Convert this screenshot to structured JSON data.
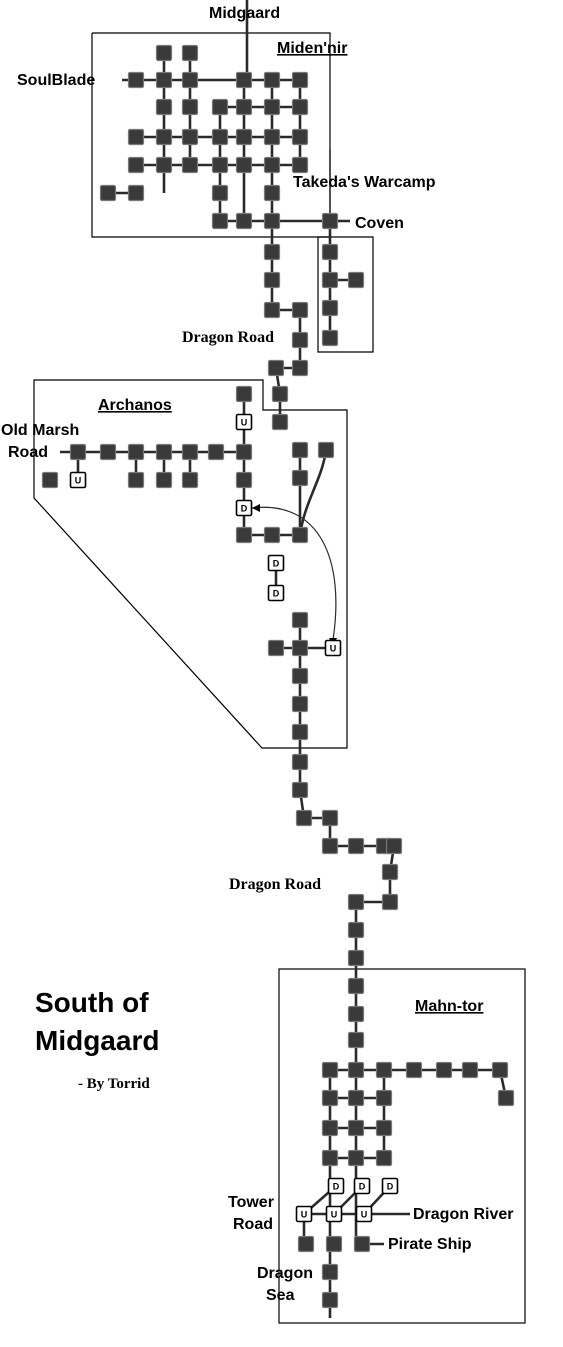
{
  "map": {
    "title_line1": "South of",
    "title_line2": "Midgaard",
    "author": "- By Torrid",
    "zones": {
      "midennir": "Miden'nir",
      "archanos": "Archanos",
      "mahntor": "Mahn-tor"
    },
    "labels": {
      "midgaard": "Midgaard",
      "soulblade": "SoulBlade",
      "takeda": "Takeda's Warcamp",
      "coven": "Coven",
      "dragon_road_1": "Dragon Road",
      "old_marsh_1": "Old Marsh",
      "old_marsh_2": "Road",
      "dragon_road_2": "Dragon Road",
      "tower_road_1": "Tower",
      "tower_road_2": "Road",
      "dragon_river": "Dragon River",
      "pirate_ship": "Pirate Ship",
      "dragon_sea_1": "Dragon",
      "dragon_sea_2": "Sea"
    },
    "room_glyphs": {
      "up": "U",
      "down": "D"
    }
  }
}
